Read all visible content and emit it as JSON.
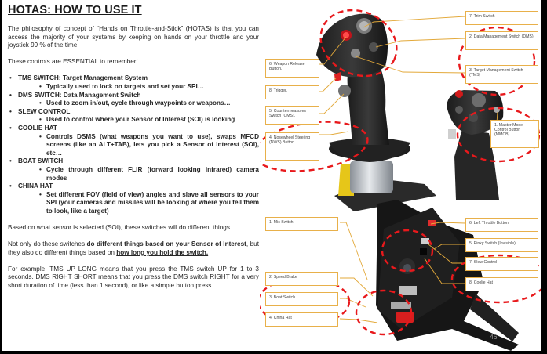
{
  "title": "HOTAS: HOW TO USE IT",
  "intro": "The philosophy of concept of “Hands on Throttle-and-Stick” (HOTAS) is that you can access the majority of your systems by keeping on hands on your throttle and your joystick 99 % of the time.",
  "essential": "These controls are ESSENTIAL to remember!",
  "controls": [
    {
      "name": "TMS SWITCH: Target Management System",
      "desc": "Typically used to lock on targets and set your SPI…"
    },
    {
      "name": "DMS SWITCH: Data Management Switch",
      "desc": "Used to zoom in/out, cycle through waypoints or weapons…"
    },
    {
      "name": "SLEW CONTROL",
      "desc": "Used to control where your Sensor of Interest (SOI) is looking"
    },
    {
      "name": "COOLIE HAT",
      "desc": "Controls DSMS (what weapons you want to use), swaps MFCD screens (like an ALT+TAB), lets you pick a Sensor of Interest (SOI), etc…"
    },
    {
      "name": "BOAT SWITCH",
      "desc": "Cycle through different FLIR (forward looking infrared) camera modes"
    },
    {
      "name": "CHINA HAT",
      "desc": "Set different FOV (field of view) angles and slave all sensors to your SPI (your cameras and missiles will be looking at where you tell them to look, like a target)"
    }
  ],
  "soi_para": "Based on what sensor is selected (SOI), these switches will do different things.",
  "notonly": {
    "a": "Not only do these switches ",
    "b": "do different things based on your Sensor of Interest",
    "c": ", but they also do different things based on ",
    "d": "how long you hold the switch."
  },
  "example": "For example, TMS UP LONG means that you press the TMS switch UP for 1 to 3 seconds. DMS RIGHT SHORT means that you press the DMS switch RIGHT for a very short duration of time (less than 1 second), or like a simple button press.",
  "stick_labels": {
    "trim": "7. Trim Switch",
    "dms": "2. Data Management Switch (DMS)",
    "tms": "3. Target Management Switch (TMS)",
    "weapon_release": "6. Weapon Release Button.",
    "trigger": "8. Trigger.",
    "cms": "5. Countermeasures Switch (CMS).",
    "nws": "4. Nosewheel Steering (NWS) Button.",
    "mmcb": "1. Master Mode Control Button (MMCB)."
  },
  "throttle_labels": {
    "mic": "1. Mic Switch",
    "speed_brake": "2. Speed Brake",
    "boat": "3. Boat Switch",
    "china": "4. China Hat",
    "left_throttle": "6. Left Throttle Button",
    "pinky": "5. Pinky Switch (Invisible)",
    "slew": "7. Slew Control",
    "coolie": "8. Coolie Hat"
  },
  "page_number": "46",
  "colors": {
    "highlight": "#e8191c",
    "label_border": "#e8b04a",
    "leader": "#e3a93a"
  }
}
